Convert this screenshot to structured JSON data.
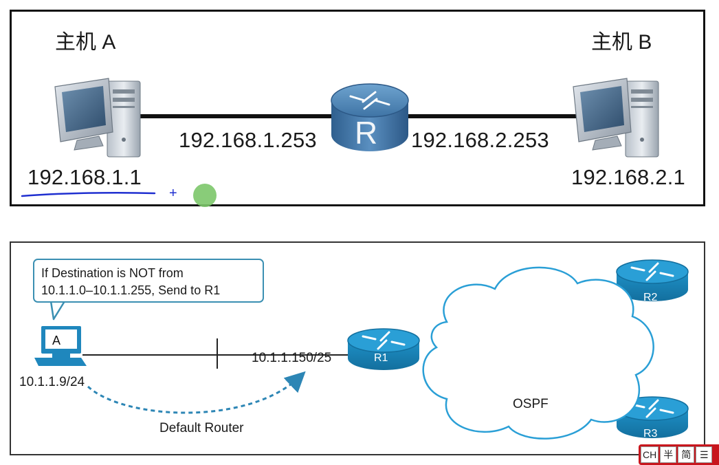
{
  "top_diagram": {
    "host_a_label": "主机 A",
    "host_b_label": "主机 B",
    "host_a_ip": "192.168.1.1",
    "host_b_ip": "192.168.2.1",
    "router_left_ip": "192.168.1.253",
    "router_right_ip": "192.168.2.253",
    "router_letter": "R",
    "annotation_mark": "+"
  },
  "bottom_diagram": {
    "callout_line1": "If Destination is NOT from",
    "callout_line2": "10.1.1.0–10.1.1.255, Send to R1",
    "host_letter": "A",
    "host_ip": "10.1.1.9/24",
    "r1_ip": "10.1.1.150/25",
    "default_router_label": "Default Router",
    "cloud_label": "OSPF",
    "routers": [
      "R1",
      "R2",
      "R3"
    ]
  },
  "ime_toolbar": {
    "buttons": [
      "CH",
      "半",
      "简",
      "☰"
    ]
  },
  "colors": {
    "router_blue": "#1b84b8",
    "link_dark": "#111111",
    "callout_border": "#3a8fb2",
    "dashed_arrow": "#2d86b5",
    "ink_underline": "#1f2fd0",
    "cursor_dot": "#7cc66a",
    "ime_red": "#c8161d"
  }
}
